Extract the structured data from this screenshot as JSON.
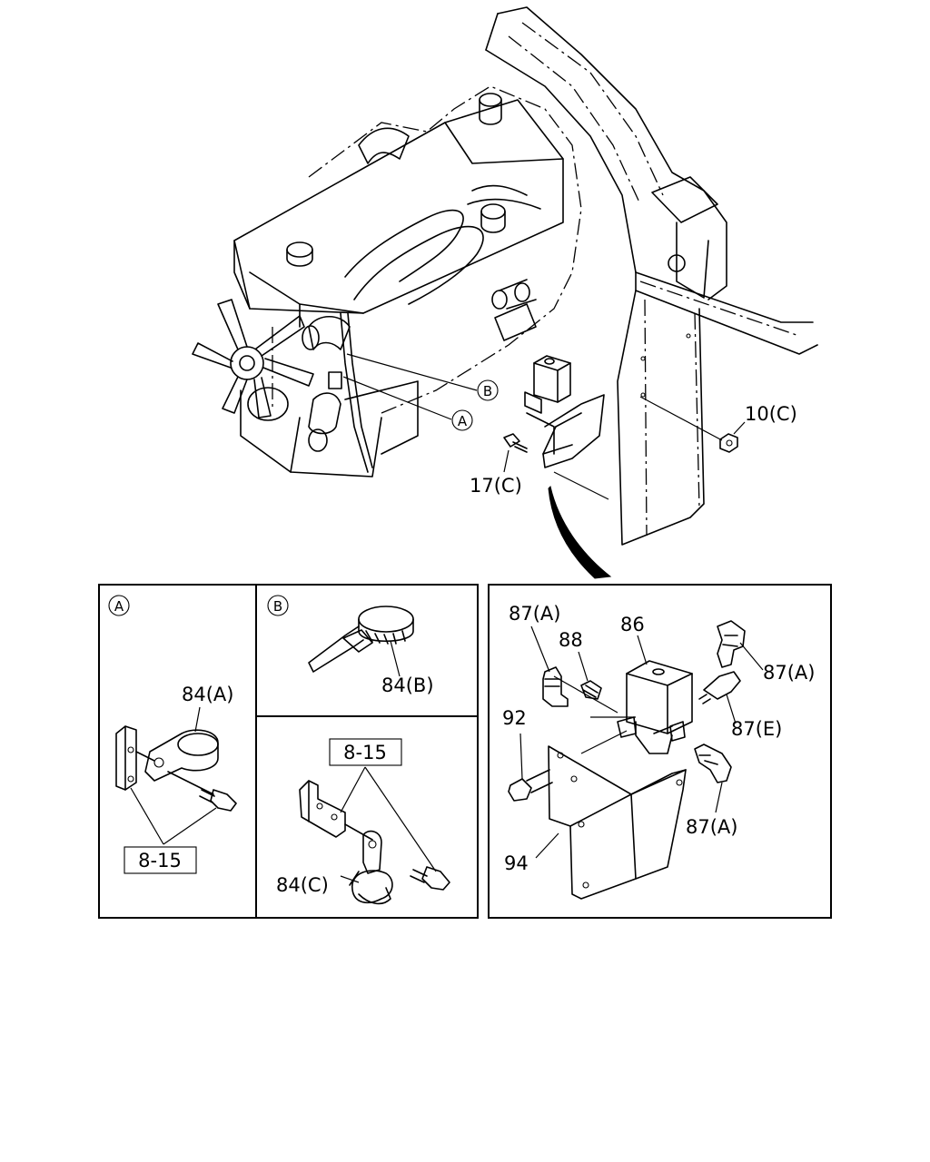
{
  "labels": {
    "p10C": "10(C)",
    "p17C": "17(C)",
    "p84A": "84(A)",
    "p84B": "84(B)",
    "p84C": "84(C)",
    "p815a": "8-15",
    "p815b": "8-15",
    "p87A_1": "87(A)",
    "p87A_2": "87(A)",
    "p87A_3": "87(A)",
    "p87E": "87(E)",
    "p88": "88",
    "p86": "86",
    "p92": "92",
    "p94": "94"
  },
  "markers": {
    "A": "A",
    "B": "B"
  }
}
